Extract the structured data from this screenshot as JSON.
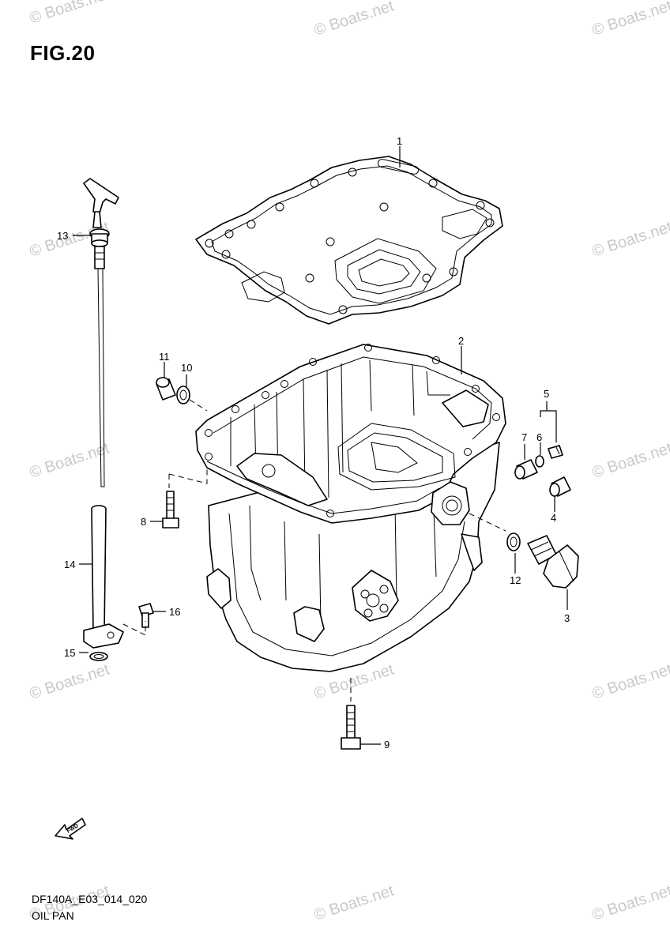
{
  "figure": {
    "title": "FIG.20"
  },
  "footer": {
    "code": "DF140A_E03_014_020",
    "name": "OIL PAN"
  },
  "watermark": {
    "text": "© Boats.net",
    "color": "#c9c9c9"
  },
  "fwd_label": "FWD",
  "callouts": [
    "1",
    "2",
    "3",
    "4",
    "5",
    "6",
    "7",
    "8",
    "9",
    "10",
    "11",
    "12",
    "13",
    "14",
    "15",
    "16"
  ]
}
